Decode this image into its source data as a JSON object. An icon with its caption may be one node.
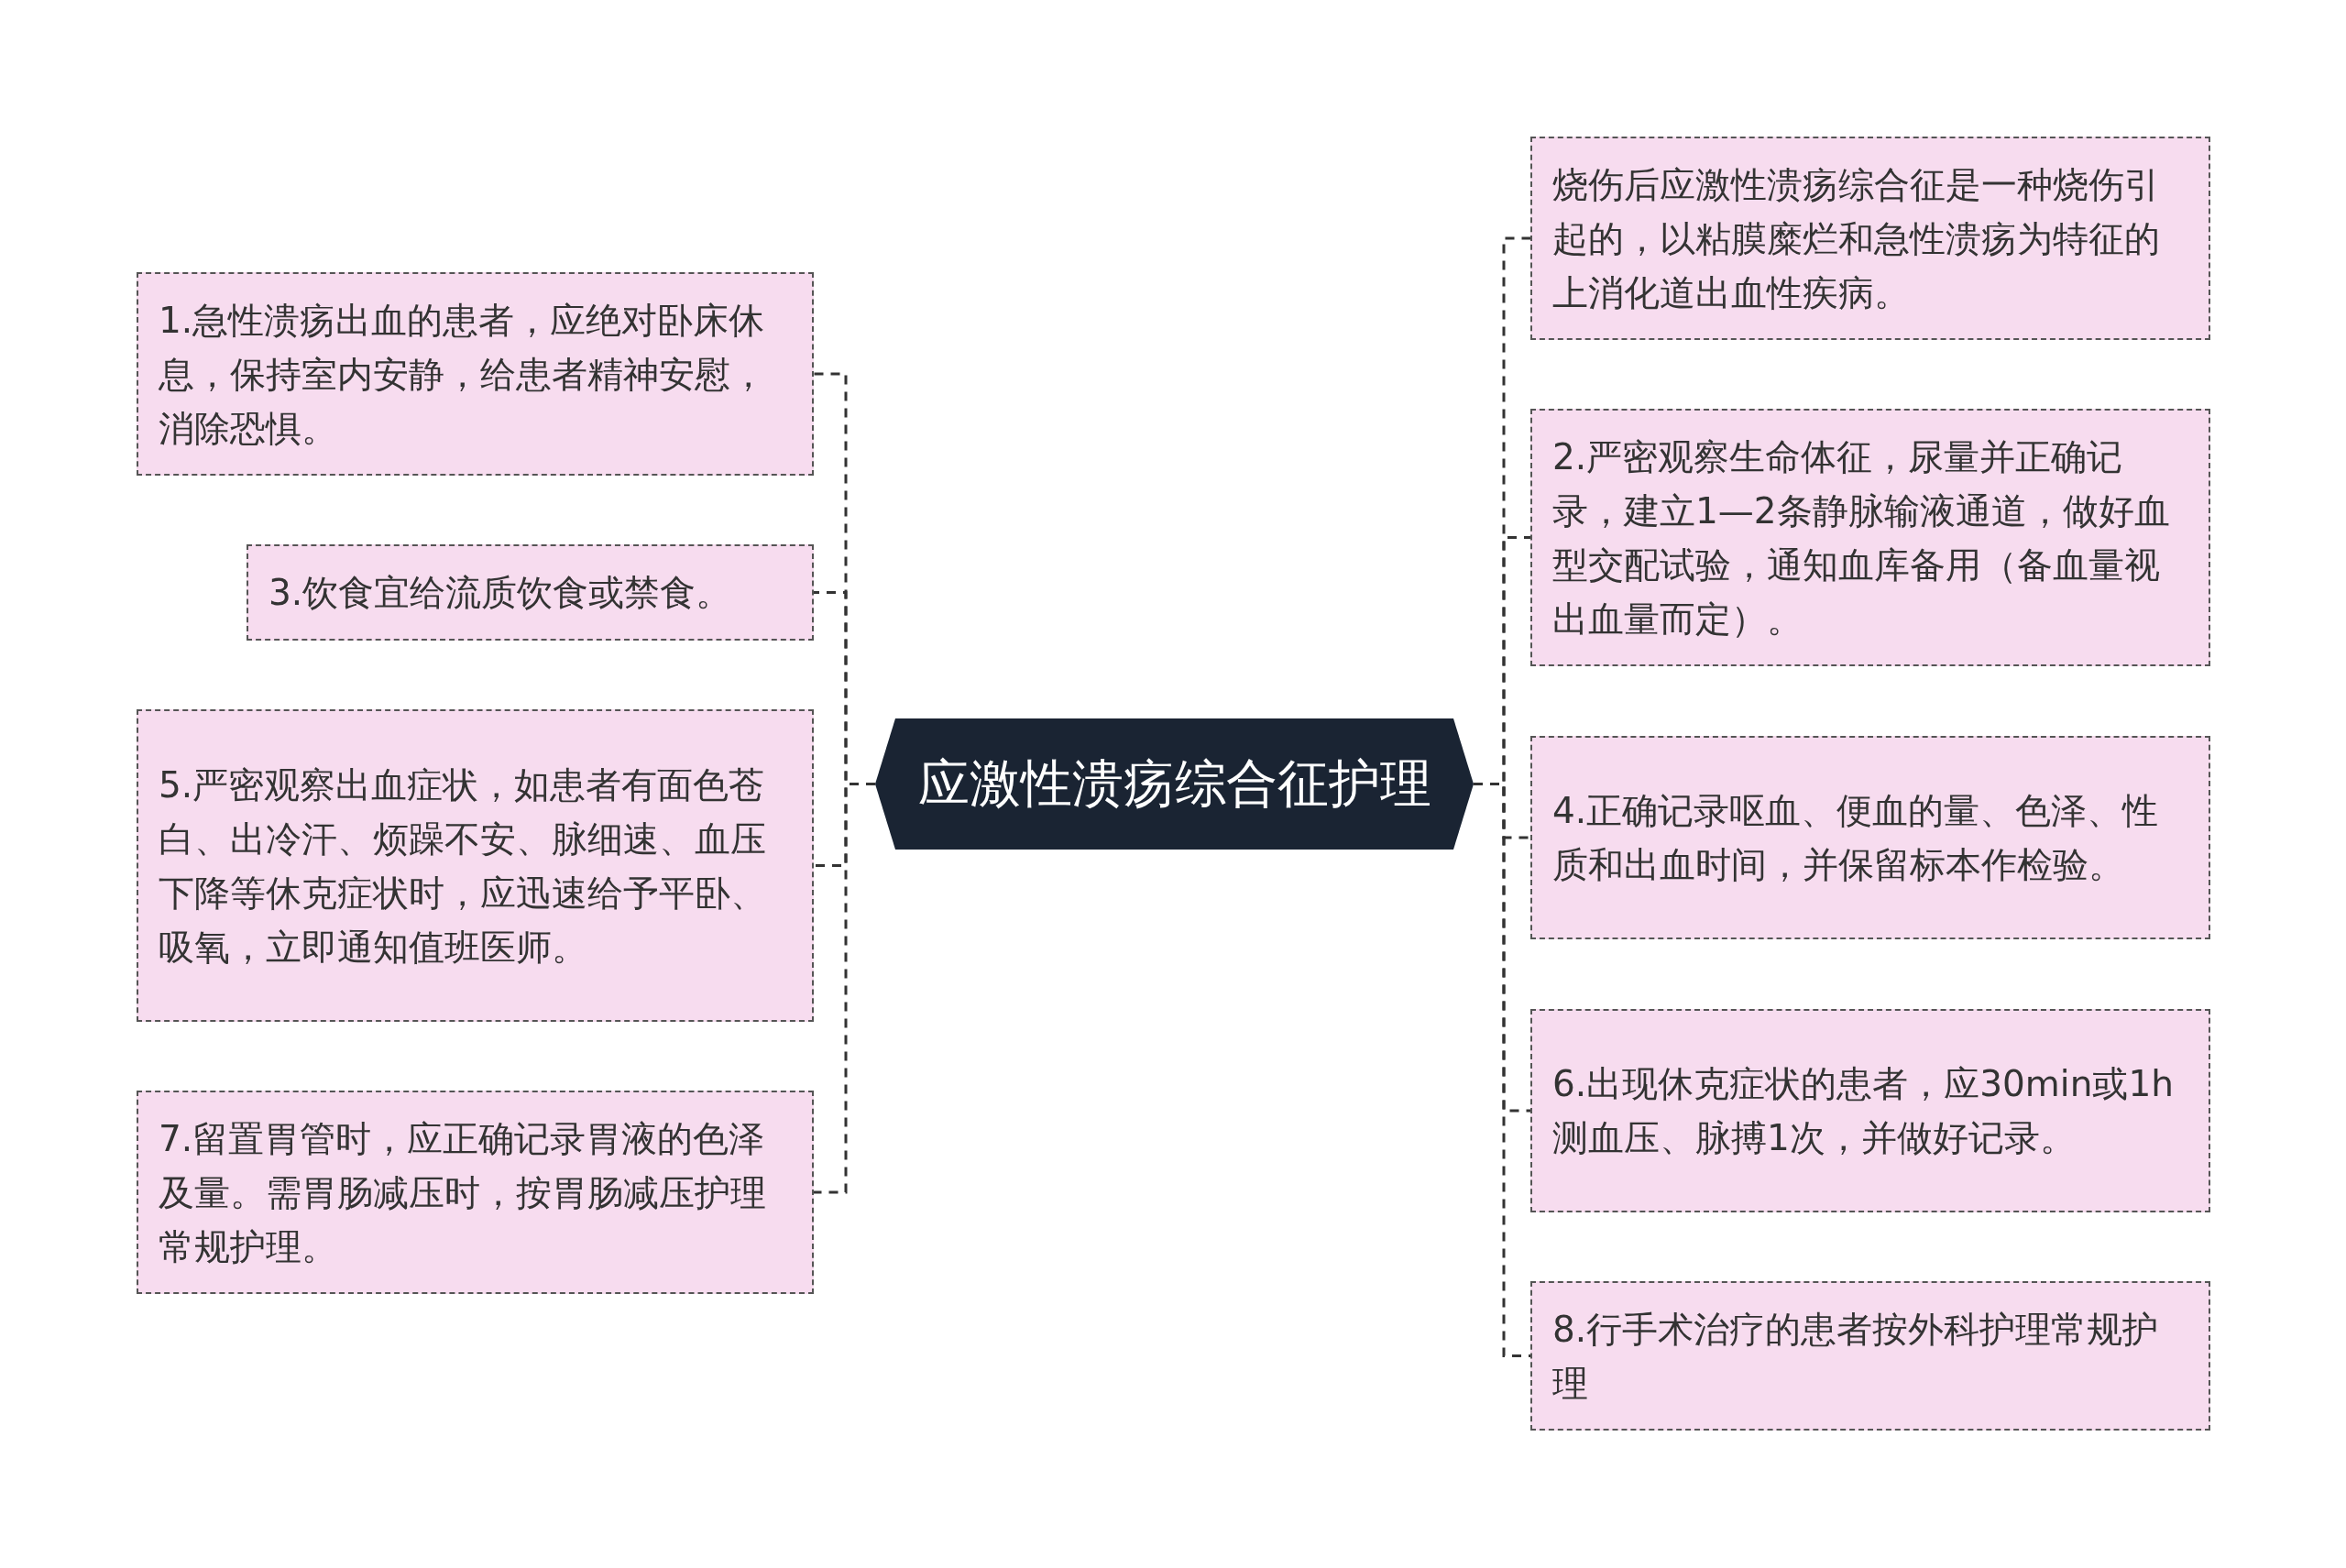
{
  "diagram": {
    "nodes": [
      {
        "text": [
          "应激性溃疡综合征护理"
        ]
      },
      {
        "text": [
          "烧伤后应激性溃疡综合征是一种烧伤引起的，以粘膜糜烂和急性溃疡为特征的上消化道出血性疾病。"
        ]
      },
      {
        "text": [
          "1.急性溃疡出血的患者，应绝对卧床休息，保持室内安静，给患者精神安慰，消除恐惧。"
        ]
      },
      {
        "text": [
          "2.严密观察生命体征，尿量并正确记录，建立1—2条静脉输液通道，做好血型交配试验，通知血库备用（备血量视出血量而定）。"
        ]
      },
      {
        "text": [
          "3.饮食宜给流质饮食或禁食。"
        ]
      },
      {
        "text": [
          "4.正确记录呕血、便血的量、色泽、性质和出血时间，并保留标本作检验。"
        ]
      },
      {
        "text": [
          "5.严密观察出血症状，如患者有面色苍白、出冷汗、烦躁不安、脉细速、血压下降等休克症状时，应迅速给予平卧、吸氧，立即通知值班医师。"
        ]
      },
      {
        "text": [
          "6.出现休克症状的患者，应30min或1h测血压、脉搏1次，并做好记录。"
        ]
      },
      {
        "text": [
          "7.留置胃管时，应正确记录胃液的色泽及量。需胃肠减压时，按胃肠减压护理常规护理。"
        ]
      },
      {
        "text": [
          "8.行手术治疗的患者按外科护理常规护理"
        ]
      }
    ],
    "edges": [
      {
        "from": 0,
        "to": 1,
        "arrow": "none",
        "style": "dashed"
      },
      {
        "from": 0,
        "to": 2,
        "arrow": "none",
        "style": "dashed"
      },
      {
        "from": 0,
        "to": 3,
        "arrow": "none",
        "style": "dashed"
      },
      {
        "from": 0,
        "to": 4,
        "arrow": "none",
        "style": "dashed"
      },
      {
        "from": 0,
        "to": 5,
        "arrow": "none",
        "style": "dashed"
      },
      {
        "from": 0,
        "to": 6,
        "arrow": "none",
        "style": "dashed"
      },
      {
        "from": 0,
        "to": 7,
        "arrow": "none",
        "style": "dashed"
      },
      {
        "from": 0,
        "to": 8,
        "arrow": "none",
        "style": "dashed"
      },
      {
        "from": 0,
        "to": 9,
        "arrow": "none",
        "style": "dashed"
      }
    ]
  }
}
